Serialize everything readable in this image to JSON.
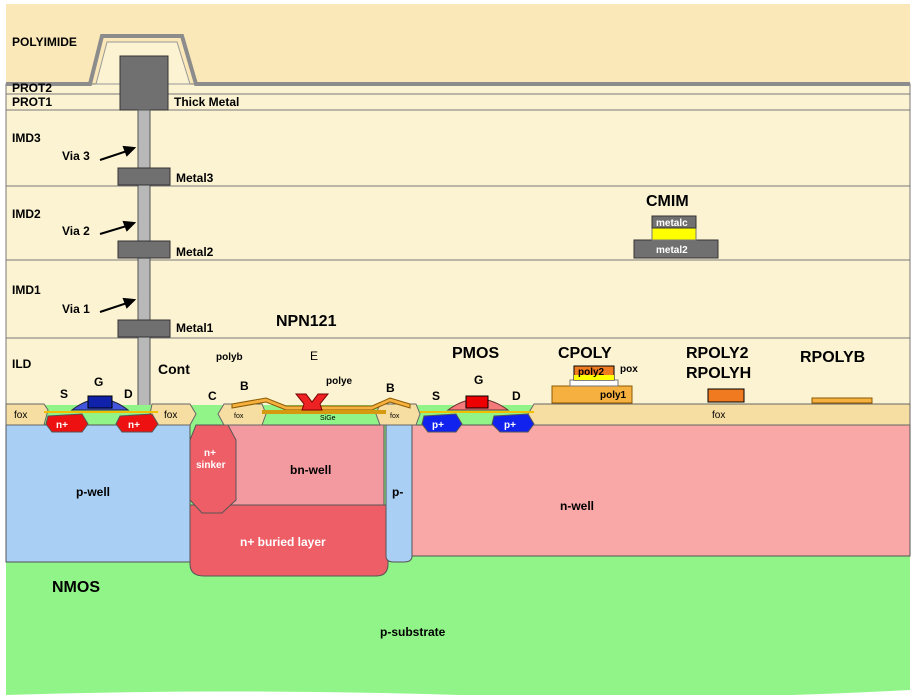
{
  "layers": {
    "polyimide": "POLYIMIDE",
    "prot2": "PROT2",
    "prot1": "PROT1",
    "imd3": "IMD3",
    "imd2": "IMD2",
    "imd1": "IMD1",
    "ild": "ILD"
  },
  "metals": {
    "thick_metal": "Thick Metal",
    "metal3": "Metal3",
    "metal2": "Metal2",
    "metal1": "Metal1",
    "via3": "Via 3",
    "via2": "Via 2",
    "via1": "Via 1",
    "cont": "Cont"
  },
  "devices": {
    "npn": "NPN121",
    "pmos": "PMOS",
    "nmos": "NMOS",
    "cpoly": "CPOLY",
    "rpoly2": "RPOLY2",
    "rpolyh": "RPOLYH",
    "rpolyb": "RPOLYB",
    "cmim": "CMIM"
  },
  "terminals": {
    "s": "S",
    "g": "G",
    "d": "D",
    "c": "C",
    "b": "B",
    "e": "E"
  },
  "regions": {
    "fox": "fox",
    "nplus": "n+",
    "pplus": "p+",
    "n_sinker_1": "n+",
    "n_sinker_2": "sinker",
    "bn_well": "bn-well",
    "n_buried": "n+ buried layer",
    "p_minus": "p-",
    "p_well": "p-well",
    "n_well": "n-well",
    "p_substrate": "p-substrate",
    "polyb": "polyb",
    "polye": "polye",
    "sige": "SiGe",
    "poly1": "poly1",
    "poly2": "poly2",
    "pox": "pox",
    "metalc": "metalc",
    "metal2_cap": "metal2"
  },
  "colors": {
    "dielectric": "#FCF3D2",
    "polyimide": "#FBE8B8",
    "metal": "#707070",
    "via": "#B8B8B8",
    "fox": "#F6DDA2",
    "p_well": "#A9CFF5",
    "n_well": "#F9A7A7",
    "bn_well": "#F39AA0",
    "n_buried": "#EE5E66",
    "p_substrate": "#90F488",
    "n_plus": "#EE1111",
    "p_plus": "#1122EE",
    "poly": "#F6B040",
    "poly2": "#F07A20",
    "yellow": "#FFFF00"
  }
}
